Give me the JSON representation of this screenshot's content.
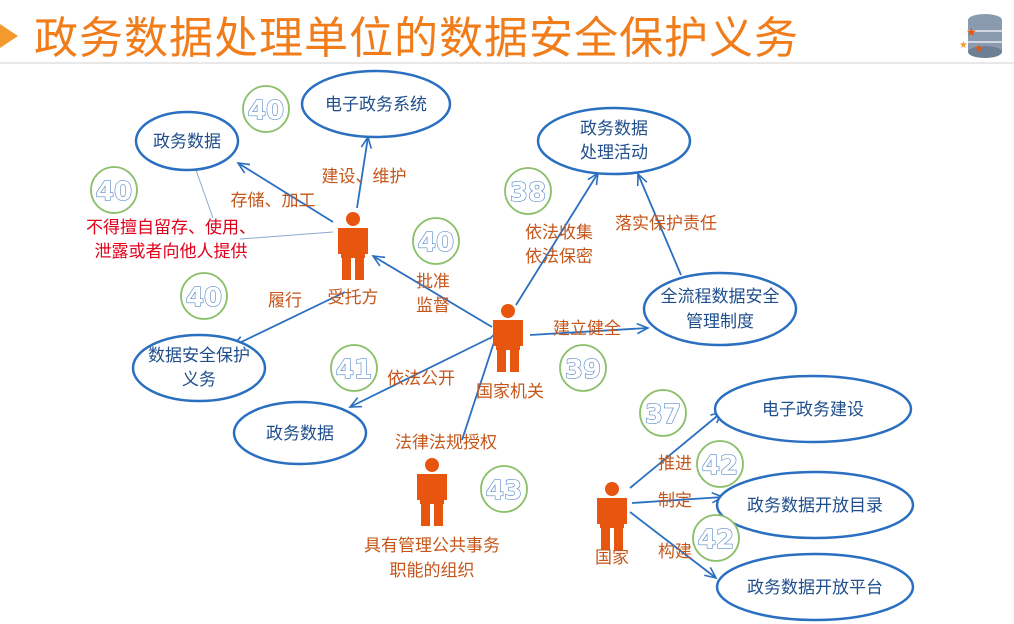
{
  "title": "政务数据处理单位的数据安全保护义务",
  "actors": {
    "trustee": "受托方",
    "state_organ": "国家机关",
    "public_org_line1": "具有管理公共事务",
    "public_org_line2": "职能的组织",
    "state": "国家"
  },
  "ellipses": {
    "egov_system": "电子政务系统",
    "gov_data_top": "政务数据",
    "processing_line1": "政务数据",
    "processing_line2": "处理活动",
    "mgmt_line1": "全流程数据安全",
    "mgmt_line2": "管理制度",
    "obligation_line1": "数据安全保护",
    "obligation_line2": "义务",
    "gov_data_bottom": "政务数据",
    "egov_build": "电子政务建设",
    "open_catalog": "政务数据开放目录",
    "open_platform": "政务数据开放平台"
  },
  "labels": {
    "build_maintain": "建设、维护",
    "store_process": "存储、加工",
    "forbid_line1": "不得擅自留存、使用、",
    "forbid_line2": "泄露或者向他人提供",
    "fulfill": "履行",
    "approve_line1": "批准",
    "approve_line2": "监督",
    "collect_line1": "依法收集",
    "collect_line2": "依法保密",
    "responsibility": "落实保护责任",
    "establish": "建立健全",
    "disclose": "依法公开",
    "authorize": "法律法规授权",
    "promote": "推进",
    "formulate": "制定",
    "construct": "构建"
  },
  "badges": {
    "b_egov": "40",
    "b_store": "40",
    "b_approve": "40",
    "b_fulfill": "40",
    "b_collect": "38",
    "b_disclose": "41",
    "b_establish": "39",
    "b_authorize": "43",
    "b_promote": "37",
    "b_formulate": "42",
    "b_construct": "42"
  },
  "colors": {
    "title": "#f07c1a",
    "person": "#e8550f",
    "ellipse_stroke": "#2a6fc0",
    "connector": "#2a6fc0",
    "label": "#c5561a",
    "warning": "#e0001b",
    "badge_border": "#8bbf6a"
  }
}
